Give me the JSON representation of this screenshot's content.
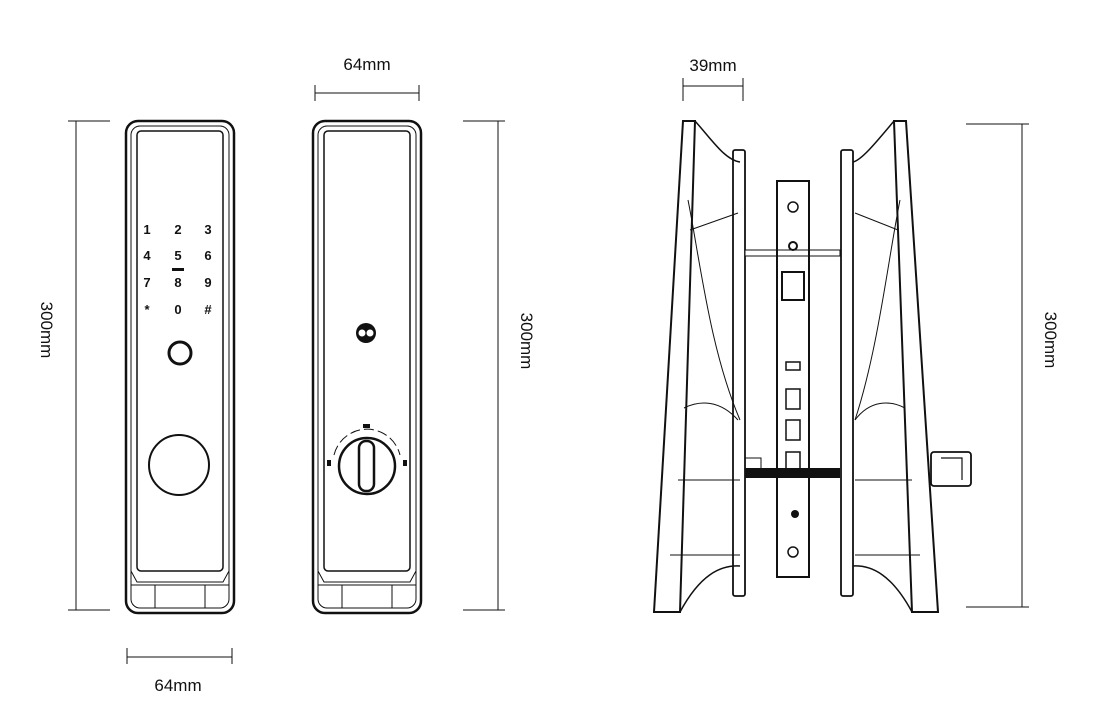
{
  "dimensions": {
    "front_width": "64mm",
    "front_height": "300mm",
    "back_width": "64mm",
    "back_height": "300mm",
    "side_depth": "39mm",
    "side_height": "300mm"
  },
  "keypad": {
    "keys": [
      "1",
      "2",
      "3",
      "4",
      "5",
      "6",
      "7",
      "8",
      "9",
      "*",
      "0",
      "#"
    ]
  },
  "colors": {
    "line": "#111111",
    "background": "#ffffff"
  }
}
